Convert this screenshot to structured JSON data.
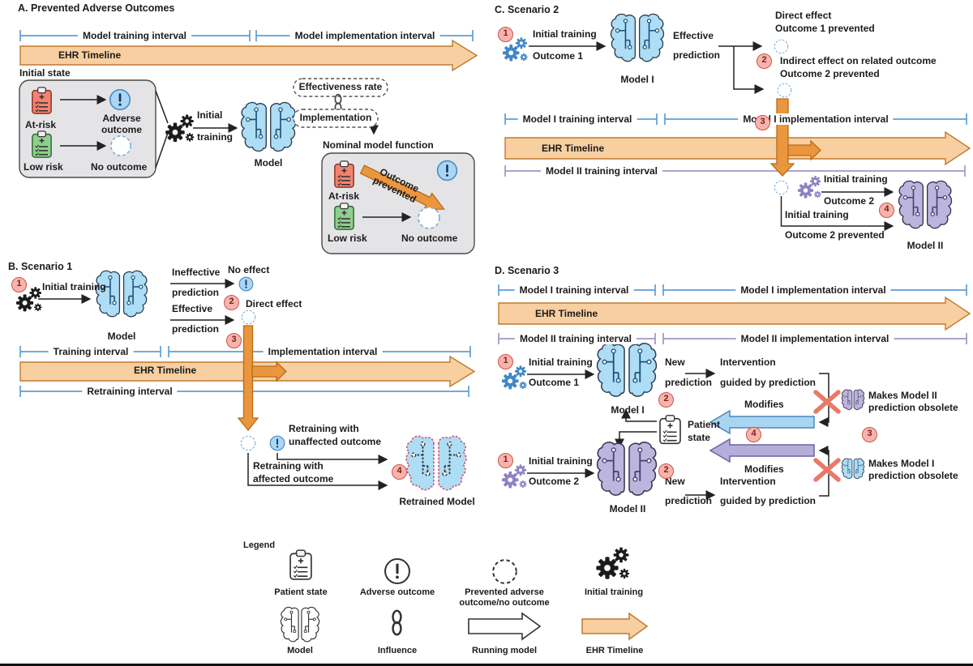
{
  "colors": {
    "ehr_fill": "#F8CFA0",
    "ehr_stroke": "#C07A2E",
    "orange_arrow": "#EA963E",
    "interval_blue": "#5E9FD4",
    "interval_lavender": "#9D97C6",
    "brain_blue": "#AEDDF6",
    "brain_purple": "#BDB5DE",
    "badge_fill": "#F8B4AC",
    "badge_stroke": "#C9544C",
    "alert_fill": "#A9D6F5",
    "alert_stroke": "#4E8DC3",
    "dashed_circle_stroke": "#7FB2D9",
    "at_risk_red": "#F2836F",
    "low_risk_green": "#8FCE8C",
    "x_mark": "#E97A68",
    "modifies_blue": "#A9D5F3",
    "modifies_purple": "#B5AEDA",
    "box_gray": "#E4E4E7"
  },
  "badges": {
    "n1": "1",
    "n2": "2",
    "n3": "3",
    "n4": "4"
  },
  "icons": {
    "patient_state": "clipboard-icon",
    "adverse_outcome": "exclamation-circle-icon",
    "prevented_outcome": "dashed-circle-icon",
    "initial_training": "gears-icon",
    "model": "brain-circuit-icon",
    "influence": "chain-link-icon",
    "running_model": "outline-arrow-icon",
    "ehr_timeline": "filled-arrow-icon"
  },
  "a": {
    "title": "A. Prevented Adverse Outcomes",
    "training_interval": "Model training interval",
    "implementation_interval": "Model implementation interval",
    "ehr": "EHR Timeline",
    "initial_state": "Initial state",
    "at_risk": "At-risk",
    "adverse_outcome": "Adverse outcome",
    "low_risk": "Low risk",
    "no_outcome": "No outcome",
    "initial": "Initial",
    "training": "training",
    "model": "Model",
    "effectiveness_rate": "Effectiveness rate",
    "implementation": "Implementation",
    "nominal": "Nominal model function",
    "outcome_prevented": "Outcome prevented"
  },
  "b": {
    "title": "B. Scenario 1",
    "initial_training": "Initial training",
    "model": "Model",
    "ineffective": "Ineffective",
    "effective": "Effective",
    "prediction": "prediction",
    "no_effect": "No effect",
    "direct_effect": "Direct effect",
    "training_interval": "Training interval",
    "implementation_interval": "Implementation interval",
    "ehr": "EHR Timeline",
    "retraining_interval": "Retraining interval",
    "retraining_with": "Retraining with",
    "unaffected_outcome": "unaffected outcome",
    "affected_outcome": "affected outcome",
    "retrained_model": "Retrained Model"
  },
  "c": {
    "title": "C. Scenario 2",
    "initial_training": "Initial training",
    "outcome_1": "Outcome 1",
    "outcome_2": "Outcome 2",
    "model_1": "Model I",
    "model_2": "Model II",
    "effective": "Effective",
    "prediction": "prediction",
    "direct_effect": "Direct effect",
    "outcome_1_prevented": "Outcome 1 prevented",
    "indirect_effect": "Indirect effect on related outcome",
    "outcome_2_prevented": "Outcome 2 prevented",
    "m1_training": "Model I training interval",
    "m1_implementation": "Model I implementation interval",
    "ehr": "EHR Timeline",
    "m2_training": "Model II training interval"
  },
  "d": {
    "title": "D. Scenario 3",
    "m1_training": "Model I training interval",
    "m1_implementation": "Model I implementation interval",
    "m2_training": "Model II training interval",
    "m2_implementation": "Model II implementation interval",
    "ehr": "EHR Timeline",
    "initial_training": "Initial training",
    "outcome_1": "Outcome 1",
    "outcome_2": "Outcome 2",
    "model_1": "Model I",
    "model_2": "Model II",
    "new": "New",
    "prediction": "prediction",
    "intervention": "Intervention",
    "guided": "guided by prediction",
    "modifies": "Modifies",
    "patient": "Patient",
    "state": "state",
    "makes_m2": "Makes Model II",
    "makes_m1": "Makes Model I",
    "obsolete": "prediction obsolete"
  },
  "l": {
    "legend": "Legend",
    "patient_state": "Patient state",
    "adverse_outcome": "Adverse outcome",
    "prevented": "Prevented adverse outcome/no outcome",
    "initial_training": "Initial training",
    "model": "Model",
    "influence": "Influence",
    "running_model": "Running model",
    "ehr_timeline": "EHR Timeline"
  }
}
